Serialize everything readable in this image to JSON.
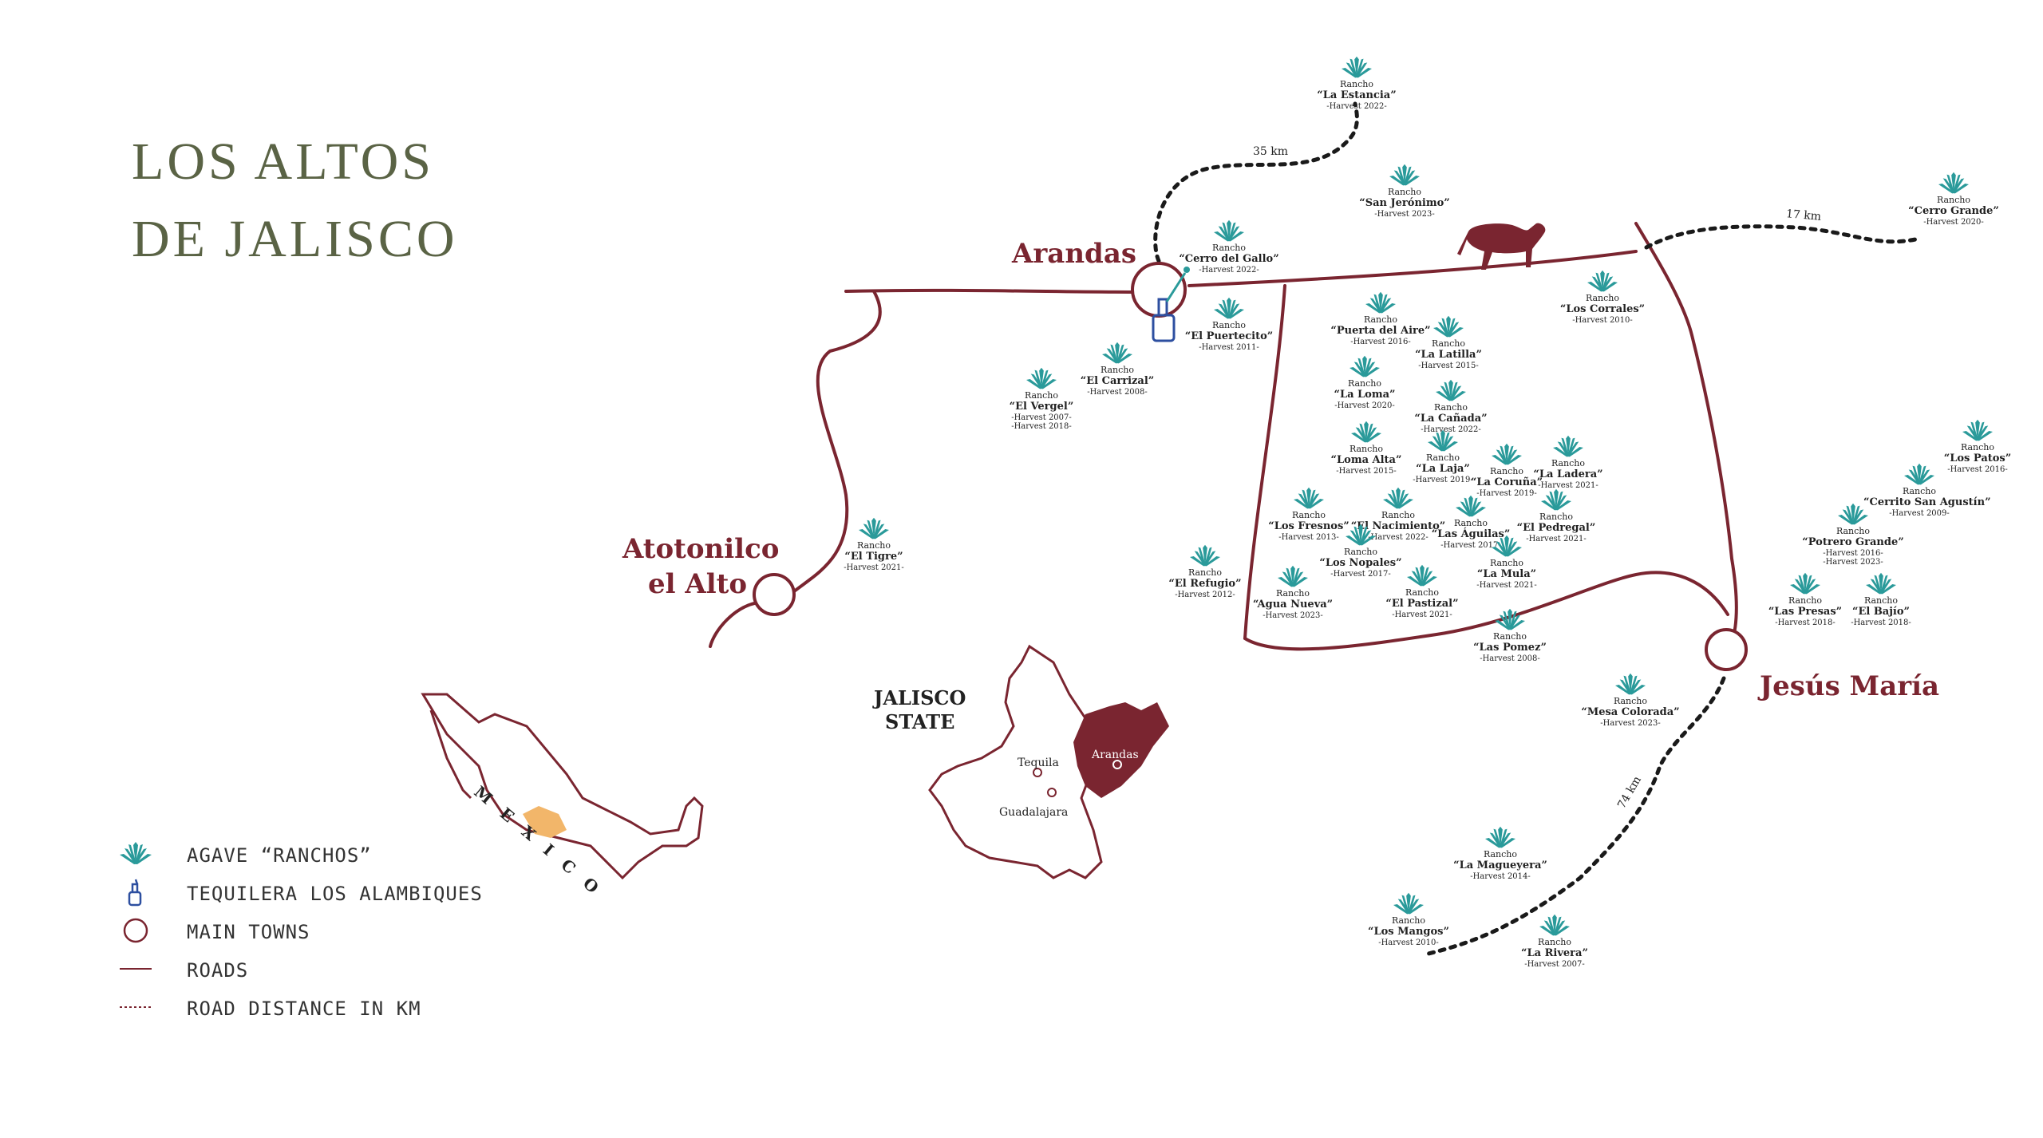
{
  "title": {
    "line1": "LOS ALTOS",
    "line2": "DE JALISCO"
  },
  "colors": {
    "road": "#7a2530",
    "title": "#5a6345",
    "agave": "#2a9a9a",
    "distillery": "#2d4fa0",
    "jalisco_shape": "#7a2530",
    "region_highlight": "#f2b66a"
  },
  "towns": {
    "arandas": "Arandas",
    "atotonilco_line1": "Atotonilco",
    "atotonilco_line2": "el Alto",
    "jesus_maria": "Jesús María"
  },
  "distances": {
    "estancia": "35 km",
    "cerro_grande": "17 km",
    "los_mangos": "74 km"
  },
  "inset": {
    "jalisco_line1": "JALISCO",
    "jalisco_line2": "STATE",
    "arandas": "Arandas",
    "tequila": "Tequila",
    "guadalajara": "Guadalajara",
    "mexico": "MEXICO"
  },
  "legend": [
    {
      "icon": "agave-icon",
      "label": "AGAVE “RANCHOS”"
    },
    {
      "icon": "distillery-icon",
      "label": "TEQUILERA LOS ALAMBIQUES"
    },
    {
      "icon": "town-circle-icon",
      "label": "MAIN TOWNS"
    },
    {
      "icon": "road-line-icon",
      "label": "ROADS"
    },
    {
      "icon": "dashed-line-icon",
      "label": "ROAD DISTANCE IN KM"
    }
  ],
  "ranchos": [
    {
      "name": "“La Estancia”",
      "harvest": "-Harvest 2022-"
    },
    {
      "name": "“San Jerónimo”",
      "harvest": "-Harvest 2023-"
    },
    {
      "name": "“Cerro Grande”",
      "harvest": "-Harvest 2020-"
    },
    {
      "name": "“Cerro del Gallo”",
      "harvest": "-Harvest 2022-"
    },
    {
      "name": "“El Puertecito”",
      "harvest": "-Harvest 2011-"
    },
    {
      "name": "“El Carrizal”",
      "harvest": "-Harvest 2008-"
    },
    {
      "name": "“El Vergel”",
      "harvest": "-Harvest 2007-",
      "harvest2": "-Harvest 2018-"
    },
    {
      "name": "“Los Corrales”",
      "harvest": "-Harvest 2010-"
    },
    {
      "name": "“Puerta del Aire”",
      "harvest": "-Harvest 2016-"
    },
    {
      "name": "“La Latilla”",
      "harvest": "-Harvest 2015-"
    },
    {
      "name": "“La Loma”",
      "harvest": "-Harvest 2020-"
    },
    {
      "name": "“La Cañada”",
      "harvest": "-Harvest 2022-"
    },
    {
      "name": "“La Ladera”",
      "harvest": "-Harvest 2021-"
    },
    {
      "name": "“Loma Alta”",
      "harvest": "-Harvest 2015-"
    },
    {
      "name": "“La Laja”",
      "harvest": "-Harvest 2019-"
    },
    {
      "name": "“La Coruña”",
      "harvest": "-Harvest 2019-"
    },
    {
      "name": "“Los Patos”",
      "harvest": "-Harvest 2016-"
    },
    {
      "name": "“El Nacimiento”",
      "harvest": "-Harvest 2022-"
    },
    {
      "name": "“Las Águilas”",
      "harvest": "-Harvest 2017-"
    },
    {
      "name": "“El Pedregal”",
      "harvest": "-Harvest 2021-"
    },
    {
      "name": "“Cerrito San Agustín”",
      "harvest": "-Harvest 2009-"
    },
    {
      "name": "“Los Fresnos”",
      "harvest": "-Harvest 2013-"
    },
    {
      "name": "“Los Nopales”",
      "harvest": "-Harvest 2017-"
    },
    {
      "name": "“Potrero Grande”",
      "harvest": "-Harvest 2016-",
      "harvest2": "-Harvest 2023-"
    },
    {
      "name": "“El Tigre”",
      "harvest": "-Harvest 2021-"
    },
    {
      "name": "“El Refugio”",
      "harvest": "-Harvest 2012-"
    },
    {
      "name": "“La Mula”",
      "harvest": "-Harvest 2021-"
    },
    {
      "name": "“Agua Nueva”",
      "harvest": "-Harvest 2023-"
    },
    {
      "name": "“El Pastizal”",
      "harvest": "-Harvest 2021-"
    },
    {
      "name": "“Las Presas”",
      "harvest": "-Harvest 2018-"
    },
    {
      "name": "“El Bajío”",
      "harvest": "-Harvest 2018-"
    },
    {
      "name": "“Las Pomez”",
      "harvest": "-Harvest 2008-"
    },
    {
      "name": "“Mesa Colorada”",
      "harvest": "-Harvest 2023-"
    },
    {
      "name": "“La Magueyera”",
      "harvest": "-Harvest 2014-"
    },
    {
      "name": "“Los Mangos”",
      "harvest": "-Harvest 2010-"
    },
    {
      "name": "“La Rivera”",
      "harvest": "-Harvest 2007-"
    }
  ],
  "rancho_prefix": "Rancho"
}
